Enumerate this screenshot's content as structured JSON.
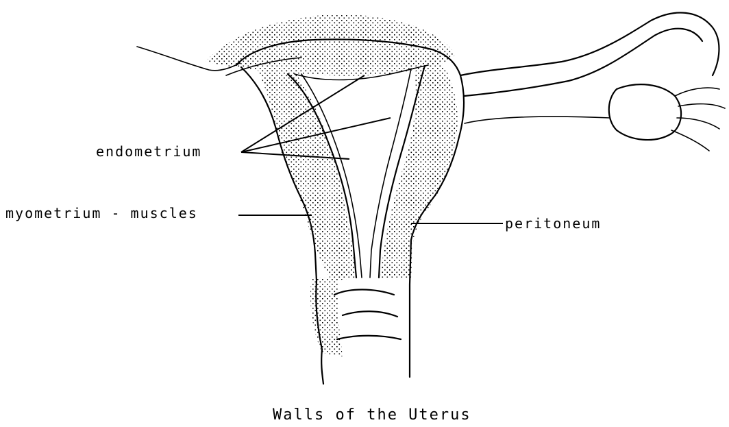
{
  "labels": {
    "endometrium": "endometrium",
    "myometrium": "myometrium - muscles",
    "peritoneum": "peritoneum"
  },
  "caption": "Walls of the Uterus",
  "colors": {
    "ink": "#000000",
    "background": "#ffffff",
    "stipple": "#000000"
  }
}
